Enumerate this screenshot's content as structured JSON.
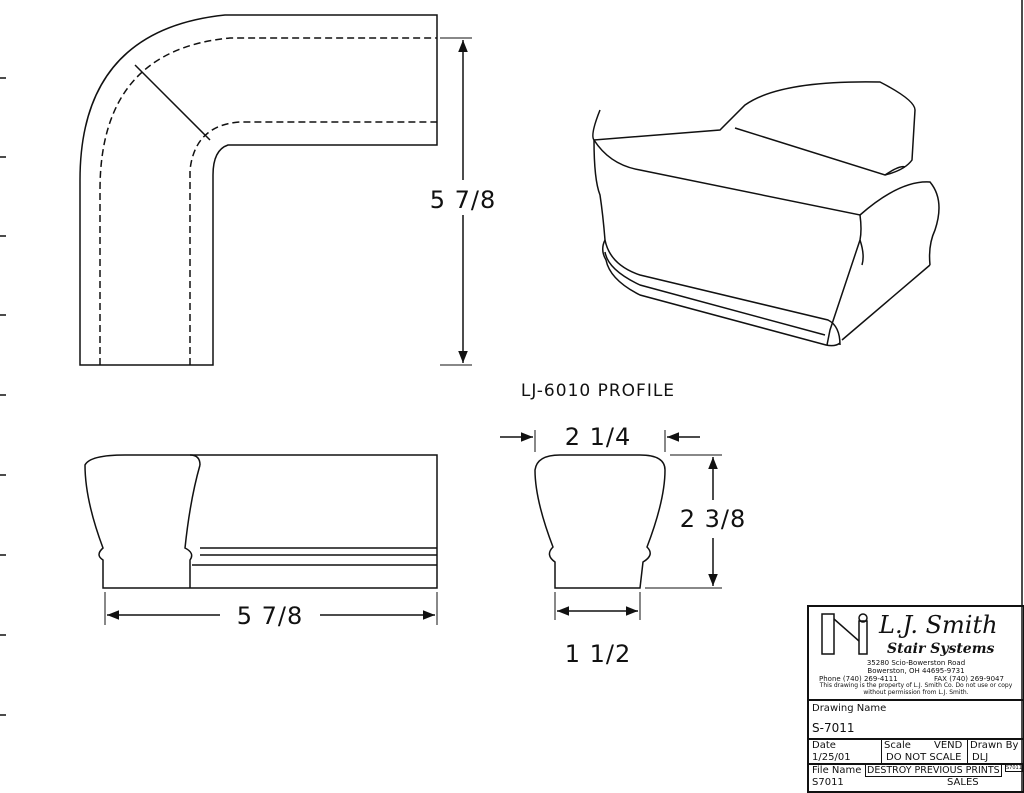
{
  "drawing": {
    "top_view_dimension": "5 7/8",
    "profile_title": "LJ-6010 PROFILE",
    "side_view_dimension": "5 7/8",
    "profile_width_top": "2 1/4",
    "profile_height": "2 3/8",
    "profile_width_bottom": "1 1/2"
  },
  "title_block": {
    "company_name": "L.J. Smith",
    "company_sub": "Stair Systems",
    "address_line1": "35280 Scio-Bowerston Road",
    "address_line2": "Bowerston, OH 44695-9731",
    "phone": "Phone (740) 269-4111",
    "fax": "FAX (740) 269-9047",
    "notice": "This drawing is the property of L.J. Smith Co. Do not use or copy without permission from L.J. Smith.",
    "drawing_name_label": "Drawing Name",
    "drawing_name": "S-7011",
    "date_label": "Date",
    "date": "1/25/01",
    "scale_label": "Scale",
    "scale_vendor": "VEND",
    "scale": "DO NOT SCALE",
    "drawn_by_label": "Drawn By",
    "drawn_by": "DLJ",
    "file_name_label": "File Name",
    "file_name": "S7011",
    "warning": "DESTROY PREVIOUS PRINTS",
    "dept": "SALES",
    "stamp": "S7011"
  }
}
